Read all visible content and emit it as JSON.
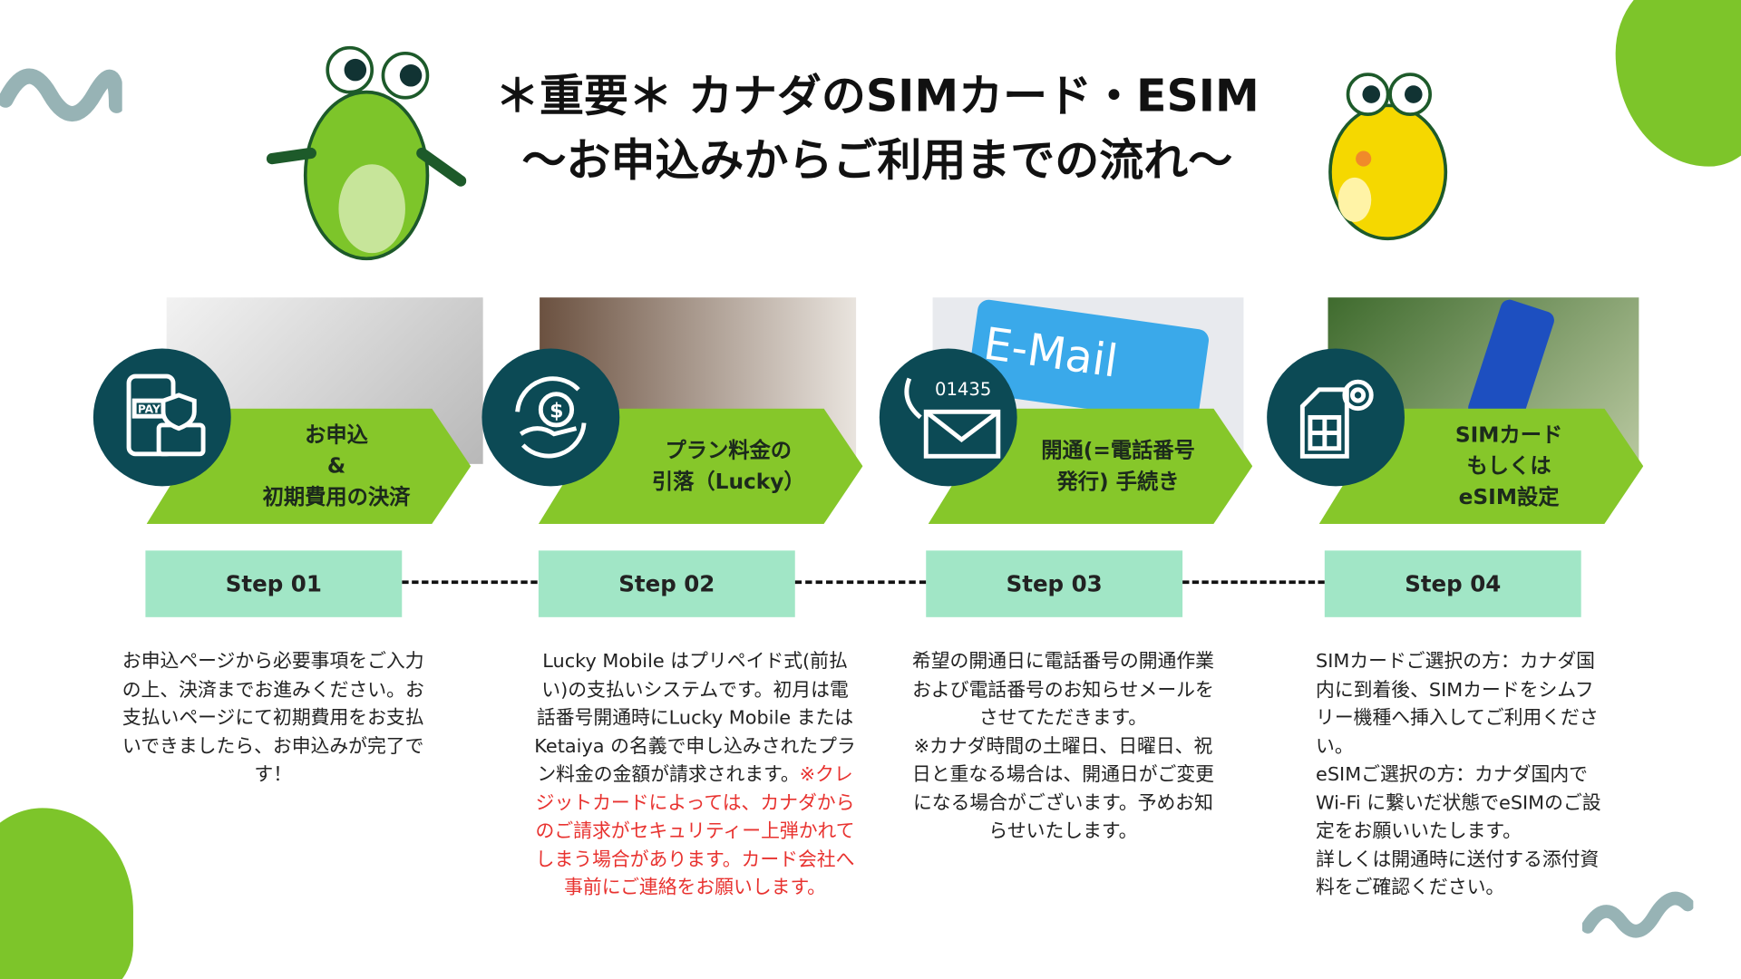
{
  "title": {
    "line1": "＊重要＊ カナダのSIMカード・ESIM",
    "line2": "〜お申込みからご利用までの流れ〜"
  },
  "steps": [
    {
      "arrow_label": "お申込\n&\n初期費用の決済",
      "step_label": "Step 01",
      "icon": "pay-card-icon",
      "photo": "tablet-photo",
      "desc": "お申込ページから必要事項をご入力の上、決済までお進みください。お支払いページにて初期費用をお支払いできましたら、お申込みが完了です！"
    },
    {
      "arrow_label": "プラン料金の\n引落（Lucky）",
      "step_label": "Step 02",
      "icon": "money-hand-icon",
      "photo": "phone-payment-photo",
      "desc": "Lucky Mobile はプリペイド式(前払い)の支払いシステムです。初月は電話番号開通時にLucky Mobile またはKetaiya の名義で申し込みされたプラン料金の金額が請求されます。",
      "desc_warning": "※クレジットカードによっては、カナダからのご請求がセキュリティー上弾かれてしまう場合があります。カード会社へ事前にご連絡をお願いします。"
    },
    {
      "arrow_label": "開通(=電話番号\n発行) 手続き",
      "step_label": "Step 03",
      "icon": "phone-mail-icon",
      "icon_number": "01435",
      "photo": "email-key-photo",
      "photo_text": "E-Mail",
      "desc": "希望の開通日に電話番号の開通作業および電話番号のお知らせメールをさせてただきます。\n※カナダ時間の土曜日、日曜日、祝日と重なる場合は、開通日がご変更になる場合がございます。予めお知らせいたします。"
    },
    {
      "arrow_label": "SIMカード\nもしくは\neSIM設定",
      "step_label": "Step 04",
      "icon": "sim-gear-icon",
      "photo": "esim-phone-photo",
      "desc": "SIMカードご選択の方：カナダ国内に到着後、SIMカードをシムフリー機種へ挿入してご利用ください。\neSIMご選択の方：カナダ国内で Wi-Fi に繋いだ状態でeSIMのご設定をお願いいたします。\n詳しくは開通時に送付する添付資料をご確認ください。"
    }
  ],
  "colors": {
    "green": "#86c72a",
    "teal": "#0c4a55",
    "mint": "#a1e6c6",
    "red": "#e8322f"
  }
}
